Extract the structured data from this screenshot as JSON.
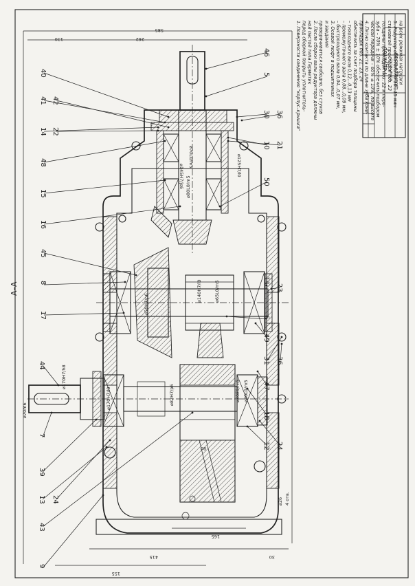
{
  "section_title": "А–А",
  "title_block": {
    "name_line1": "Редуктор",
    "name_line2": "коническо-",
    "name_line3": "цилиндрический"
  },
  "notes": [
    "1. Поверхности соединения \"корпус–крышка\"",
    "перед сборкой покрыть уплотнитель-",
    "ной пастой типа Герметик",
    "2. После сборки валы редуктора должны",
    "проворачиваться свободно, без стуков",
    "и заедания",
    "3. Осевой люфт в подшипниках",
    "– быстроходного вала 0,04...0,07 мм,",
    "– промежуточного вала 0,08...0,09 мм,",
    "– тихоходного вала 0,12...0,13 мм",
    "обеспечить за счет подбора толщины",
    "прокладок поз. 21, 23, 24",
    "4. Пятно контакта по длине зуба кони-",
    "ческой передачи – 60% ± 10%, по высоте",
    "зуба – 70% ± 10% обеспечить подбором",
    "толщины прокладок поз. 22 и пере-",
    "становкой прокладок поз. 23",
    "5. Редуктор обкатать по 10...15 мин",
    "на всех режимах нагрузки"
  ],
  "dimensions": {
    "overall_top": "585",
    "upper_262": "262",
    "upper_130": "130",
    "lower_415": "415",
    "lower_165": "165",
    "lower_155": "155",
    "lower_30": "30",
    "gear_80": "80",
    "hole": "⌀26",
    "holes": "4 отв."
  },
  "fits": {
    "f1": "⌀70L0/m5",
    "f2": "⌀125H7/l0",
    "f3": "⌀145H7/js6",
    "f4": "⌀80L0/m5",
    "f5": "⌀140H7/l0",
    "f6": "⌀65L0/m5",
    "f7": "⌀56H7/p6",
    "f8": "⌀80E9/m5",
    "f9": "⌀80L0/m5",
    "f10": "⌀82H7/p6",
    "f11": "⌀170H7/l0",
    "f12": "⌀170H7/h8",
    "f13": "⌀70m6"
  },
  "callouts": [
    {
      "label": "46"
    },
    {
      "label": "5"
    },
    {
      "label": "40"
    },
    {
      "label": "41"
    },
    {
      "label": "42"
    },
    {
      "label": "14"
    },
    {
      "label": "22"
    },
    {
      "label": "48"
    },
    {
      "label": "15"
    },
    {
      "label": "16"
    },
    {
      "label": "30"
    },
    {
      "label": "36"
    },
    {
      "label": "10"
    },
    {
      "label": "21"
    },
    {
      "label": "50"
    },
    {
      "label": "45"
    },
    {
      "label": "8"
    },
    {
      "label": "17"
    },
    {
      "label": "11"
    },
    {
      "label": "23"
    },
    {
      "label": "6"
    },
    {
      "label": "49"
    },
    {
      "label": "31"
    },
    {
      "label": "36"
    },
    {
      "label": "47"
    },
    {
      "label": "44"
    },
    {
      "label": "7"
    },
    {
      "label": "18"
    },
    {
      "label": "12"
    },
    {
      "label": "24"
    },
    {
      "label": "39"
    },
    {
      "label": "13"
    },
    {
      "label": "24"
    },
    {
      "label": "43"
    },
    {
      "label": "9"
    }
  ]
}
